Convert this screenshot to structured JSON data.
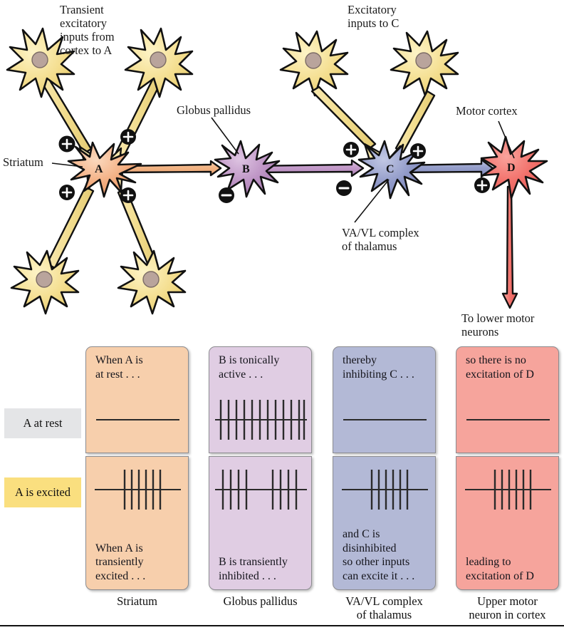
{
  "diagram": {
    "annotations": {
      "cortex_to_a": "Transient\nexcitatory\ninputs from\ncortex to A",
      "excitatory_to_c": "Excitatory\ninputs to C",
      "globus_pallidus": "Globus pallidus",
      "motor_cortex": "Motor cortex",
      "striatum": "Striatum",
      "va_vl_complex": "VA/VL complex\nof thalamus",
      "to_lower_motor": "To lower motor\nneurons"
    },
    "neurons": [
      {
        "id": "A",
        "label": "A",
        "region": "Striatum",
        "color": "#f2a878"
      },
      {
        "id": "B",
        "label": "B",
        "region": "Globus pallidus",
        "color": "#b98dc0"
      },
      {
        "id": "C",
        "label": "C",
        "region": "VA/VL complex of thalamus",
        "color": "#8c96c6"
      },
      {
        "id": "D",
        "label": "D",
        "region": "Motor cortex",
        "color": "#f0605c"
      }
    ],
    "cortical_neuron_color": "#f2dd8e",
    "cortical_nucleus_color": "#b9a49c",
    "synapse_signs": [
      {
        "sign": "+",
        "target": "A",
        "position": "upper-left"
      },
      {
        "sign": "+",
        "target": "A",
        "position": "upper-right"
      },
      {
        "sign": "+",
        "target": "A",
        "position": "lower-left"
      },
      {
        "sign": "+",
        "target": "A",
        "position": "lower-right"
      },
      {
        "sign": "−",
        "target": "B",
        "position": "below"
      },
      {
        "sign": "+",
        "target": "C",
        "position": "upper-left"
      },
      {
        "sign": "+",
        "target": "C",
        "position": "upper-right"
      },
      {
        "sign": "−",
        "target": "C",
        "position": "below-left"
      },
      {
        "sign": "+",
        "target": "D",
        "position": "below-left"
      }
    ]
  },
  "panel": {
    "row_labels": [
      {
        "key": "rest",
        "text": "A at rest",
        "bg": "#e4e5e7"
      },
      {
        "key": "excited",
        "text": "A is excited",
        "bg": "#fadf7f"
      }
    ],
    "column_labels": [
      "Striatum",
      "Globus pallidus",
      "VA/VL complex\nof thalamus",
      "Upper motor\nneuron in cortex"
    ],
    "columns": [
      {
        "name": "striatum",
        "color": "#f7cfac",
        "top": {
          "text": "When A is\nat rest . . .",
          "text_position": "top",
          "spikes": 0,
          "groups": []
        },
        "bottom": {
          "text": "When A is\ntransiently\nexcited . . .",
          "text_position": "bottom",
          "spikes": 6,
          "groups": [
            6
          ]
        }
      },
      {
        "name": "globus-pallidus",
        "color": "#e0cde3",
        "top": {
          "text": "B is tonically\nactive . . .",
          "text_position": "top",
          "spikes": 12,
          "groups": [
            12
          ]
        },
        "bottom": {
          "text": "B is transiently\ninhibited . . .",
          "text_position": "bottom",
          "spikes": 8,
          "groups": [
            4,
            4
          ]
        }
      },
      {
        "name": "va-vl-thalamus",
        "color": "#b3b9d6",
        "top": {
          "text": "thereby\ninhibiting C . . .",
          "text_position": "top",
          "spikes": 0,
          "groups": []
        },
        "bottom": {
          "text": "and C is\ndisinhibited\nso other inputs\ncan excite it . . .",
          "text_position": "bottom",
          "spikes": 6,
          "groups": [
            6
          ]
        }
      },
      {
        "name": "upper-motor-cortex",
        "color": "#f6a49c",
        "top": {
          "text": "so there is no\nexcitation of D",
          "text_position": "top",
          "spikes": 0,
          "groups": []
        },
        "bottom": {
          "text": "leading to\nexcitation of D",
          "text_position": "bottom",
          "spikes": 6,
          "groups": [
            6
          ]
        }
      }
    ]
  }
}
